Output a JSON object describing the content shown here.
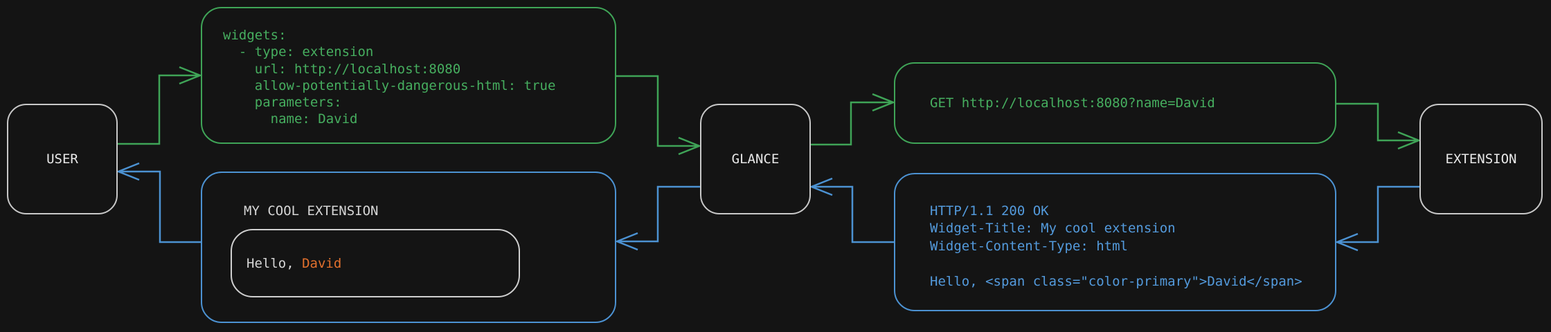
{
  "nodes": {
    "user": {
      "label": "USER"
    },
    "glance": {
      "label": "GLANCE"
    },
    "extension": {
      "label": "EXTENSION"
    }
  },
  "config_box": {
    "lines": [
      "widgets:",
      "  - type: extension",
      "    url: http://localhost:8080",
      "    allow-potentially-dangerous-html: true",
      "    parameters:",
      "      name: David"
    ]
  },
  "request_box": {
    "text": "GET http://localhost:8080?name=David"
  },
  "response_box": {
    "lines": [
      "HTTP/1.1 200 OK",
      "Widget-Title: My cool extension",
      "Widget-Content-Type: html",
      "",
      "Hello, <span class=\"color-primary\">David</span>"
    ]
  },
  "widget_box": {
    "title": "MY COOL EXTENSION",
    "greeting_prefix": "Hello, ",
    "greeting_name": "David"
  },
  "colors": {
    "green": "#3FA457",
    "green_text": "#46AE5F",
    "blue": "#4C92D2",
    "blue_text": "#539ADC",
    "orange": "#E2702D",
    "node_border": "#C8C8C8",
    "background": "#141414"
  }
}
